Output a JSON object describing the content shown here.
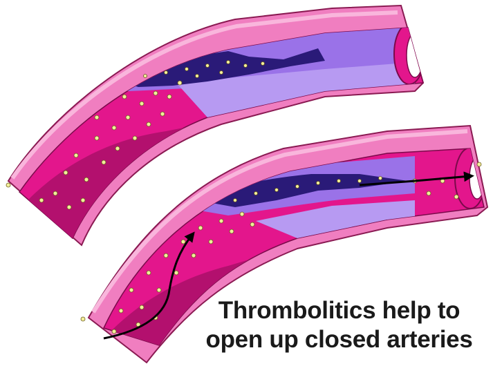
{
  "caption": {
    "line1": "Thrombolitics help to",
    "line2": "open up closed arteries"
  },
  "colors": {
    "artery_wall": "#f07ec0",
    "artery_wall_light": "#f9b6dc",
    "artery_edge": "#8a1a52",
    "lumen": "#e3168c",
    "lumen_dark": "#7a0a4a",
    "plaque": "#9a72e8",
    "plaque_light": "#b79af2",
    "clot": "#2a1a78",
    "particle": "#f2ef9a",
    "arrow": "#000000"
  },
  "icons": [
    "upper-artery",
    "lower-artery",
    "blood-clot",
    "plaque-layer",
    "flow-arrow"
  ]
}
